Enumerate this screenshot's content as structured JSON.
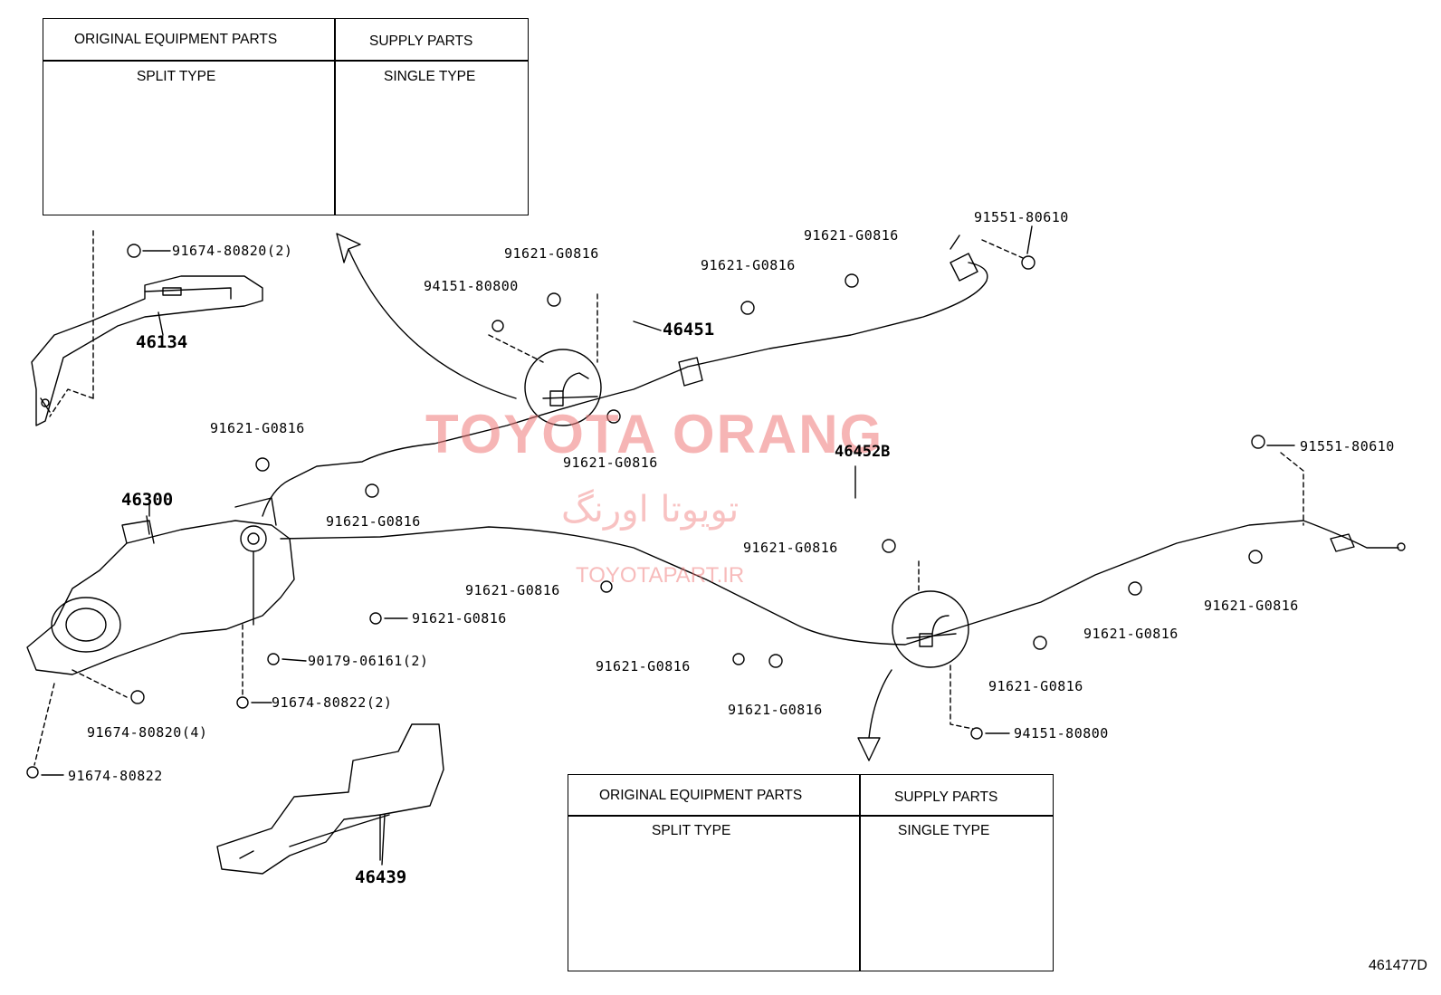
{
  "callouts": {
    "p91674_80820_2": "91674-80820(2)",
    "p46134": "46134",
    "p94151_80800_a": "94151-80800",
    "p91621_a": "91621-G0816",
    "p46451": "46451",
    "p91621_b": "91621-G0816",
    "p91621_c": "91621-G0816",
    "p91551_80610_a": "91551-80610",
    "p91621_d": "91621-G0816",
    "p91621_e": "91621-G0816",
    "p46300": "46300",
    "p91621_f": "91621-G0816",
    "p46452b": "46452B",
    "p91551_80610_b": "91551-80610",
    "p91621_g": "91621-G0816",
    "p91621_h": "91621-G0816",
    "p91621_i": "91621-G0816",
    "p90179": "90179-06161(2)",
    "p91674_80822_2": "91674-80822(2)",
    "p91674_80820_4": "91674-80820(4)",
    "p91674_80822": "91674-80822",
    "p91621_j": "91621-G0816",
    "p91621_k": "91621-G0816",
    "p91621_l": "91621-G0816",
    "p91621_m": "91621-G0816",
    "p91621_n": "91621-G0816",
    "p94151_80800_b": "94151-80800",
    "p46439": "46439"
  },
  "table_top": {
    "orig_header": "ORIGINAL EQUIPMENT PARTS",
    "supply_header": "SUPPLY PARTS",
    "split_type": "SPLIT TYPE",
    "single_type": "SINGLE TYPE"
  },
  "table_bottom": {
    "orig_header": "ORIGINAL EQUIPMENT PARTS",
    "supply_header": "SUPPLY PARTS",
    "split_type": "SPLIT TYPE",
    "single_type": "SINGLE TYPE"
  },
  "watermark": {
    "brand": "TOYOTA ORANG",
    "brand_fa": "تویوتا اورنگ",
    "site": "TOYOTAPART.IR"
  },
  "figure_code": "461477D"
}
